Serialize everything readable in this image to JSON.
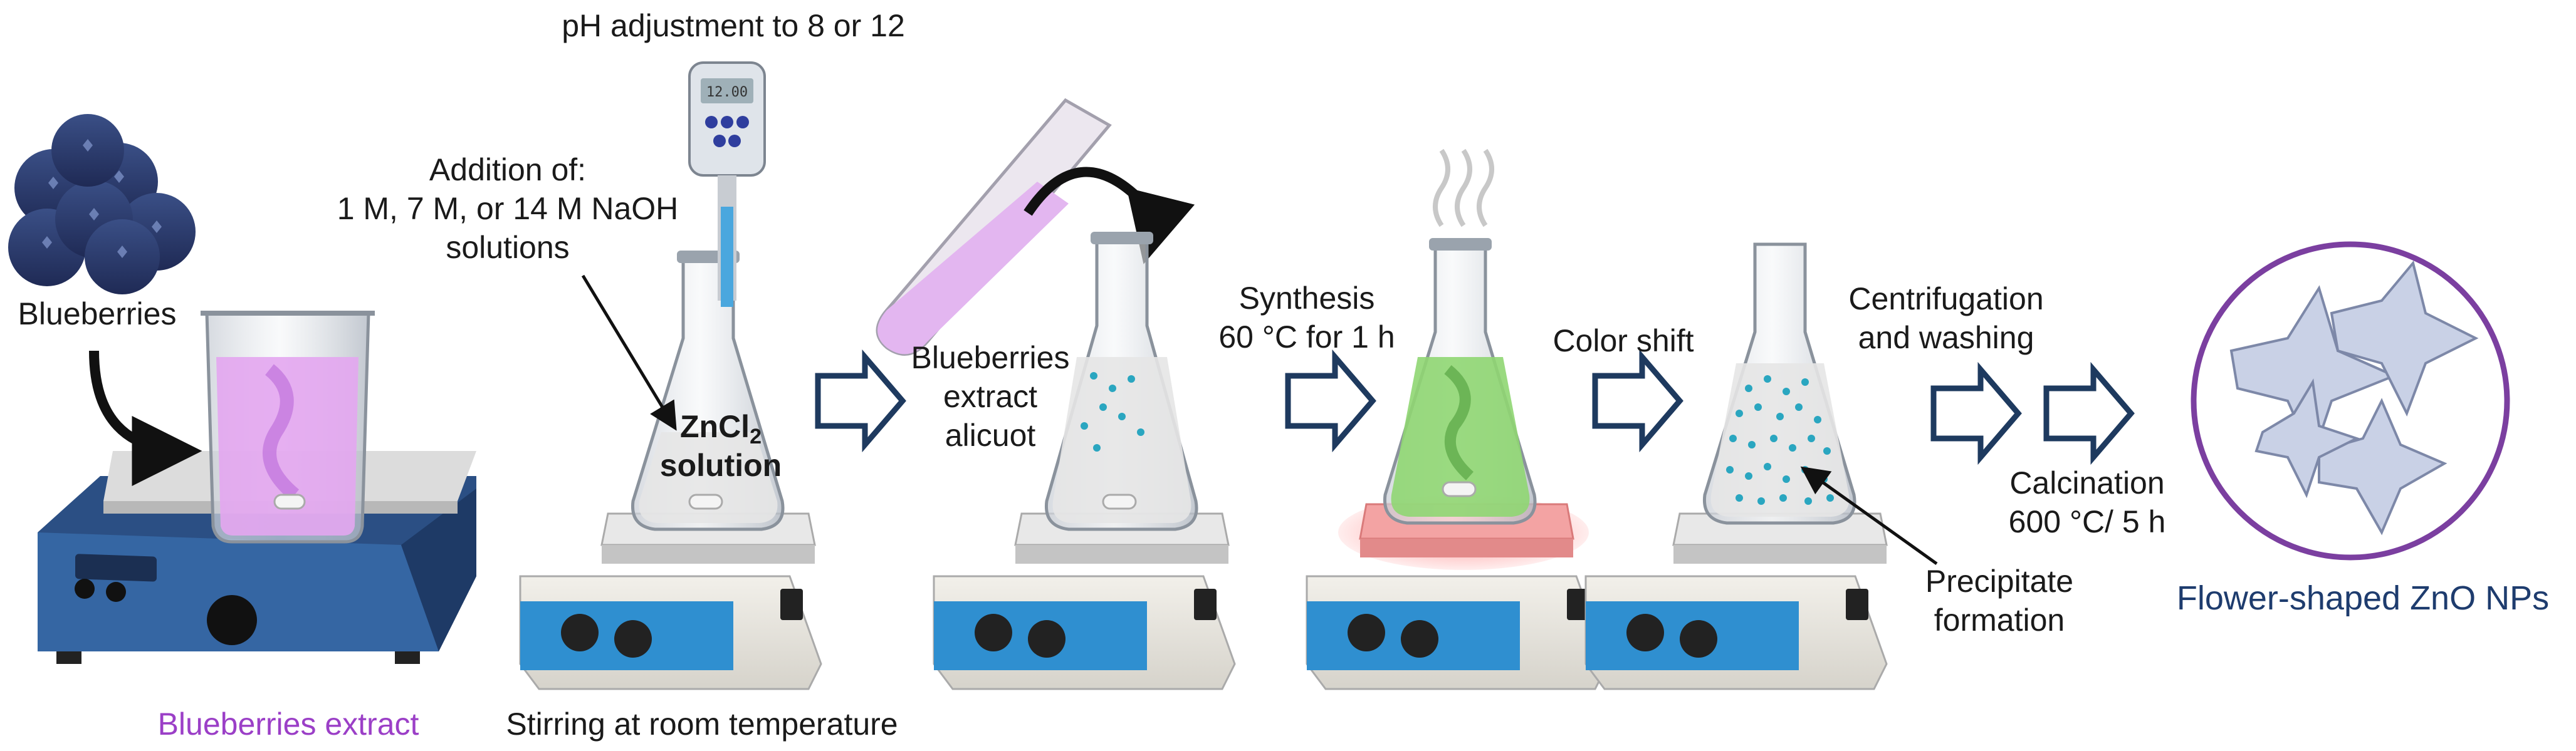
{
  "labels": {
    "blueberries": "Blueberries",
    "blueberries_extract": "Blueberries extract",
    "ph_adjustment": "pH adjustment to 8 or 12",
    "addition": [
      "Addition of:",
      "1 M, 7 M, or 14 M NaOH",
      "solutions"
    ],
    "zncl2_main": "ZnCl",
    "zncl2_sub": "2",
    "zncl2_solution": "solution",
    "stirring": "Stirring at room temperature",
    "aliquot": [
      "Blueberries",
      "extract",
      "alicuot"
    ],
    "synthesis": [
      "Synthesis",
      "60 °C for 1 h"
    ],
    "color_shift": "Color shift",
    "centrifugation": [
      "Centrifugation",
      "and washing"
    ],
    "calcination": [
      "Calcination",
      "600 °C/ 5 h"
    ],
    "precipitate": [
      "Precipitate",
      "formation"
    ],
    "product": "Flower-shaped ZnO NPs",
    "ph_meter_reading": "12.00"
  },
  "colors": {
    "extract_purple": "#9b3fc7",
    "product_blue": "#1e3c6e",
    "arrow_outline": "#1e3a5f",
    "solution_pink": "#e3a6ef",
    "solution_green": "#8fd672",
    "heated_plate": "#f3a3a3",
    "precipitate_dots": "#2aa6c0",
    "stirrer_blue": "#2f8fd0"
  },
  "icons": [
    "blueberry-icon",
    "beaker-icon",
    "hotplate-icon",
    "ph-meter-icon",
    "flask-icon",
    "stirrer-icon",
    "test-tube-icon",
    "curved-arrow-icon",
    "process-arrow-icon",
    "steam-icon",
    "star-crystal-icon"
  ]
}
